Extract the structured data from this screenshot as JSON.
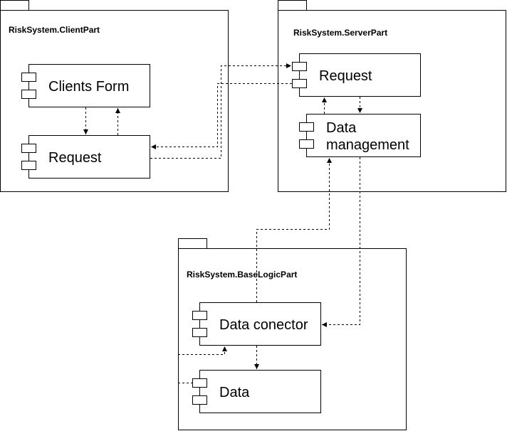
{
  "packages": {
    "client": {
      "title": "RiskSystem.ClientPart"
    },
    "server": {
      "title": "RiskSystem.ServerPart"
    },
    "baselogic": {
      "title": "RiskSystem.BaseLogicPart"
    }
  },
  "components": {
    "clients_form": {
      "label": "Clients Form"
    },
    "client_request": {
      "label": "Request"
    },
    "server_request": {
      "label": "Request"
    },
    "data_management": {
      "label_line1": "Data",
      "label_line2": "management"
    },
    "data_conector": {
      "label": "Data conector"
    },
    "data": {
      "label": "Data"
    }
  },
  "colors": {
    "stroke": "#000000",
    "fill": "#ffffff"
  }
}
